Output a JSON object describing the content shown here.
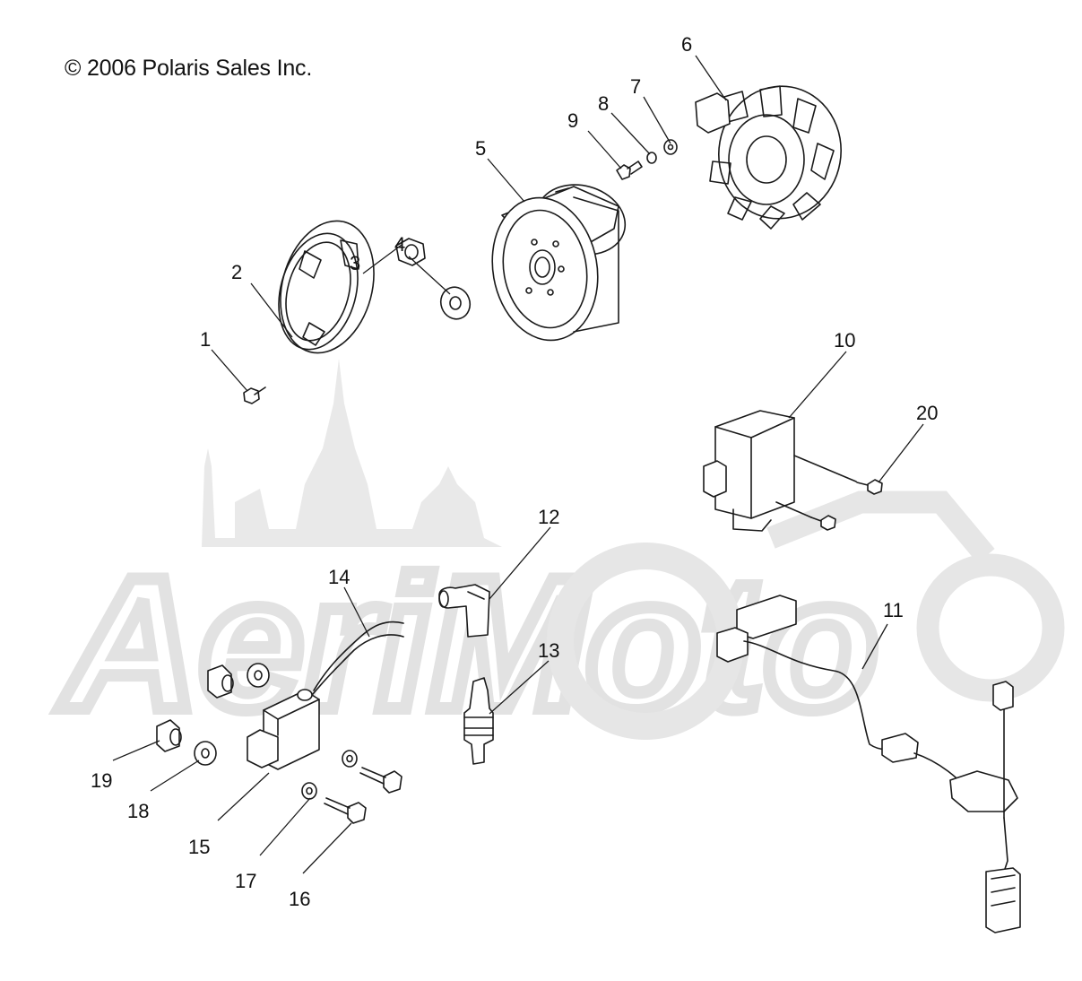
{
  "copyright": "© 2006 Polaris Sales Inc.",
  "watermark_text": "AeriMoto",
  "callouts": [
    "1",
    "2",
    "3",
    "4",
    "5",
    "6",
    "7",
    "8",
    "9",
    "10",
    "11",
    "12",
    "13",
    "14",
    "15",
    "16",
    "17",
    "18",
    "19",
    "20"
  ]
}
